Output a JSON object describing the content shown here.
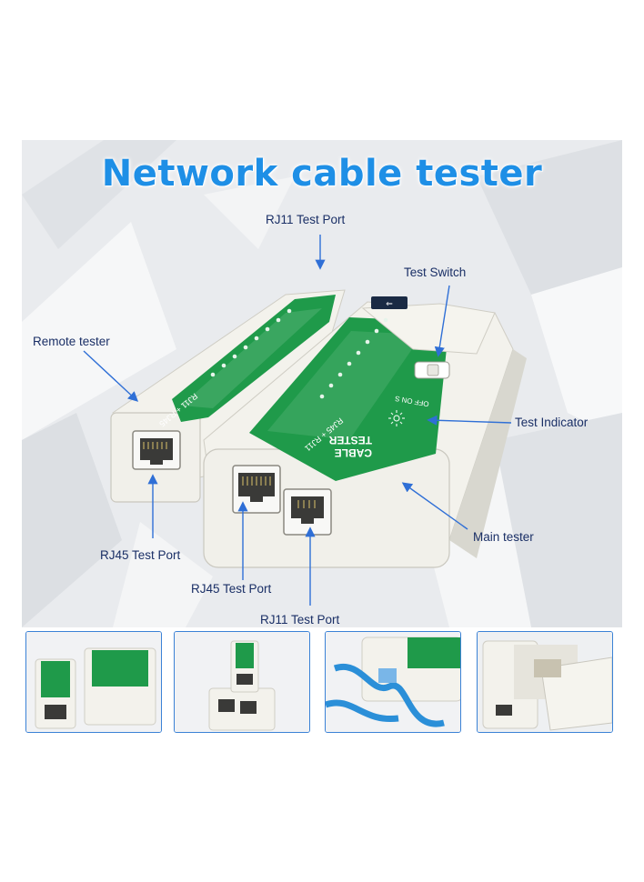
{
  "title": "Network cable tester",
  "labels": {
    "rj11_top": "RJ11 Test Port",
    "test_switch": "Test Switch",
    "remote_tester": "Remote tester",
    "test_indicator": "Test Indicator",
    "main_tester": "Main tester",
    "rj45_left": "RJ45 Test Port",
    "rj45_bottom": "RJ45 Test Port",
    "rj11_bottom": "RJ11 Test Port"
  },
  "device_text": {
    "cable_tester_1": "CABLE",
    "cable_tester_2": "TESTER",
    "ports_main": "RJ45 + RJ11",
    "ports_remote": "RJ11 + RJ45",
    "switch_marks": "OFF ON S"
  },
  "colors": {
    "title_blue": "#1e8fe6",
    "label_navy": "#1a2f66",
    "arrow_blue": "#2f6fd6",
    "panel_green": "#1f9a4a",
    "housing_white": "#f3f2ec",
    "thumb_border": "#3b82d6",
    "cable_blue": "#2b8fd8"
  },
  "icons": [
    "arrow-icon",
    "rj45-port-icon",
    "rj11-port-icon",
    "led-indicator-icon"
  ]
}
